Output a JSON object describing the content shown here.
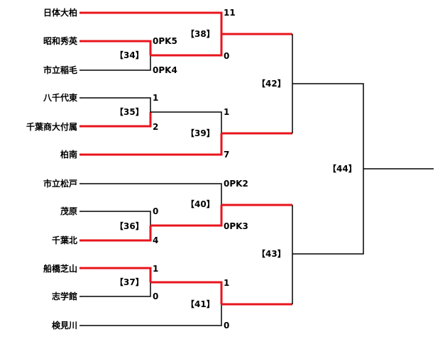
{
  "colors": {
    "winner": "#e8141c",
    "loser": "#000000",
    "background": "#ffffff"
  },
  "teams": [
    "日体大柏",
    "昭和秀英",
    "市立稲毛",
    "八千代東",
    "千葉商大付属",
    "柏南",
    "市立松戸",
    "茂原",
    "千葉北",
    "船橋芝山",
    "志学館",
    "検見川"
  ],
  "scores": {
    "s34_top": "0PK5",
    "s34_bot": "0PK4",
    "s35_top": "1",
    "s35_bot": "2",
    "s36_top": "0",
    "s36_bot": "4",
    "s37_top": "1",
    "s37_bot": "0",
    "s38_top": "11",
    "s38_bot": "0",
    "s39_top": "1",
    "s39_bot": "7",
    "s40_top": "0PK2",
    "s40_bot": "0PK3",
    "s41_top": "1",
    "s41_bot": "0"
  },
  "matches": {
    "m34": "【34】",
    "m35": "【35】",
    "m36": "【36】",
    "m37": "【37】",
    "m38": "【38】",
    "m39": "【39】",
    "m40": "【40】",
    "m41": "【41】",
    "m42": "【42】",
    "m43": "【43】",
    "m44": "【44】"
  }
}
